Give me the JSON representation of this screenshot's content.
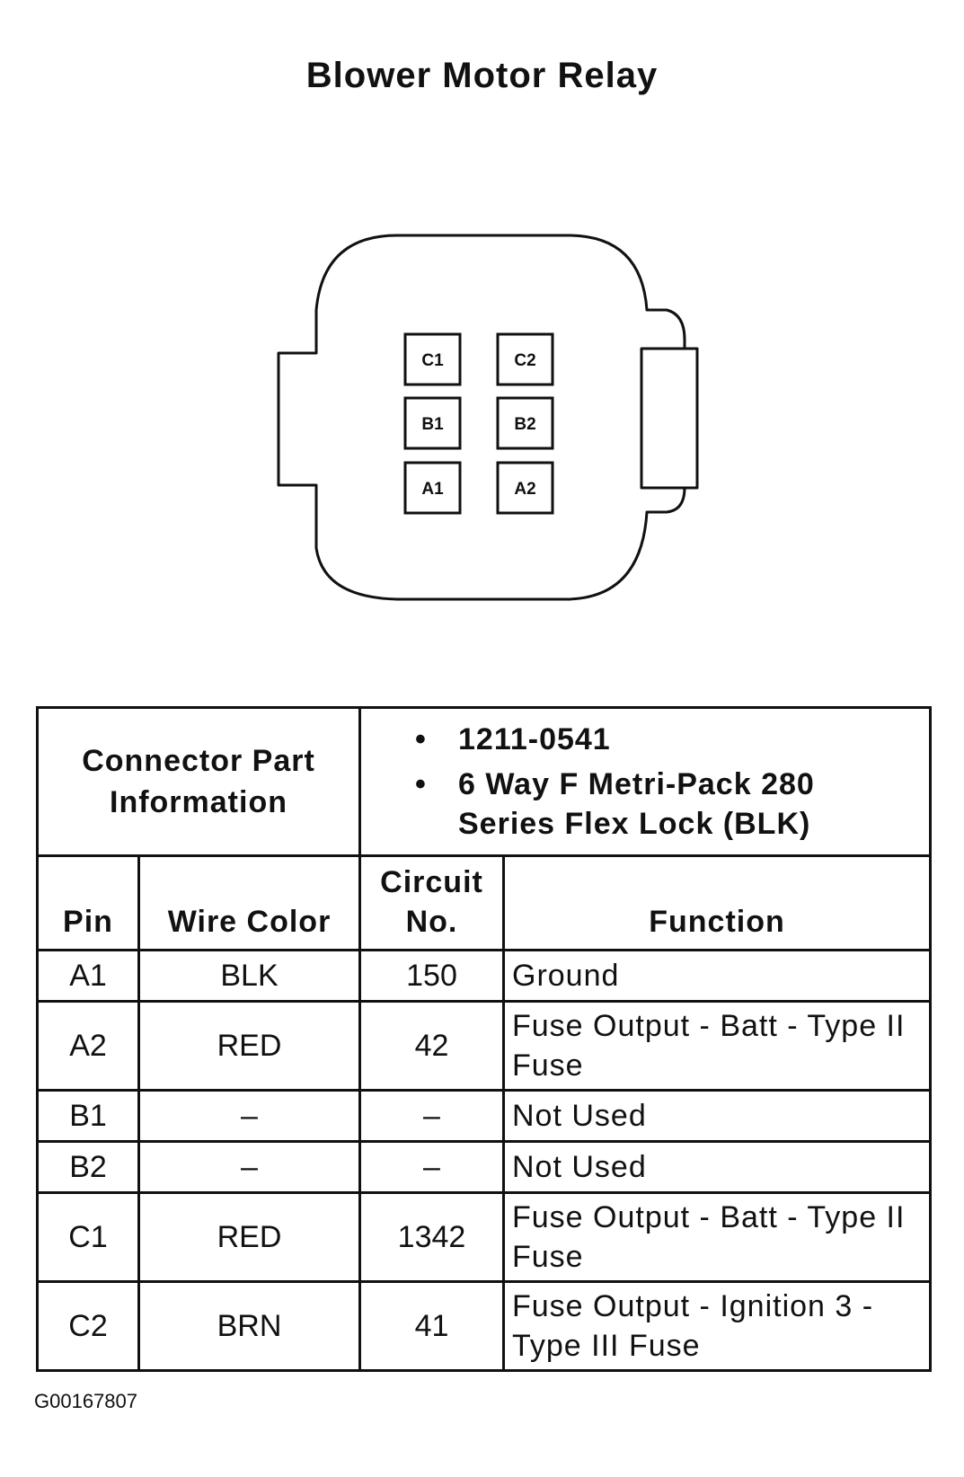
{
  "title": "Blower Motor Relay",
  "connector": {
    "pins": [
      "C1",
      "C2",
      "B1",
      "B2",
      "A1",
      "A2"
    ]
  },
  "info_table": {
    "part_header": [
      "Connector Part",
      "Information"
    ],
    "part_info": [
      "1211-0541",
      "6 Way F Metri-Pack 280 Series Flex Lock (BLK)"
    ],
    "bullet": "•",
    "columns": {
      "pin": "Pin",
      "wire_color": "Wire Color",
      "circuit_line1": "Circuit",
      "circuit_line2": "No.",
      "function": "Function"
    },
    "rows": [
      {
        "pin": "A1",
        "wire_color": "BLK",
        "circuit": "150",
        "function": "Ground"
      },
      {
        "pin": "A2",
        "wire_color": "RED",
        "circuit": "42",
        "function": "Fuse Output - Batt - Type II Fuse"
      },
      {
        "pin": "B1",
        "wire_color": "–",
        "circuit": "–",
        "function": "Not Used"
      },
      {
        "pin": "B2",
        "wire_color": "–",
        "circuit": "–",
        "function": "Not Used"
      },
      {
        "pin": "C1",
        "wire_color": "RED",
        "circuit": "1342",
        "function": "Fuse Output - Batt - Type II Fuse"
      },
      {
        "pin": "C2",
        "wire_color": "BRN",
        "circuit": "41",
        "function": "Fuse Output - Ignition 3 - Type III Fuse"
      }
    ]
  },
  "figure_id": "G00167807"
}
